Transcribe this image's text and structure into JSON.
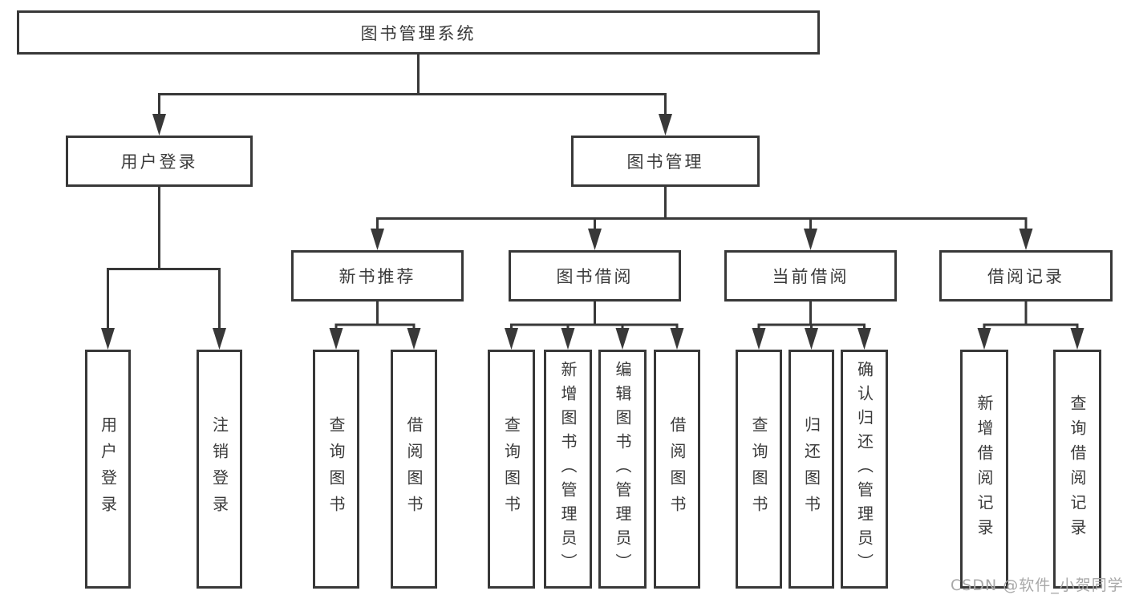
{
  "tree": {
    "root": {
      "label": "图书管理系统"
    },
    "children": [
      {
        "label": "用户登录",
        "children": [
          {
            "label": "用户登录"
          },
          {
            "label": "注销登录"
          }
        ]
      },
      {
        "label": "图书管理",
        "children": [
          {
            "label": "新书推荐",
            "children": [
              {
                "label": "查询图书"
              },
              {
                "label": "借阅图书"
              }
            ]
          },
          {
            "label": "图书借阅",
            "children": [
              {
                "label": "查询图书"
              },
              {
                "label": "新增图书（管理员）"
              },
              {
                "label": "编辑图书（管理员）"
              },
              {
                "label": "借阅图书"
              }
            ]
          },
          {
            "label": "当前借阅",
            "children": [
              {
                "label": "查询图书"
              },
              {
                "label": "归还图书"
              },
              {
                "label": "确认归还（管理员）"
              }
            ]
          },
          {
            "label": "借阅记录",
            "children": [
              {
                "label": "新增借阅记录"
              },
              {
                "label": "查询借阅记录"
              }
            ]
          }
        ]
      }
    ]
  },
  "watermark": {
    "text": "CSDN @软件_小贺同学"
  },
  "colors": {
    "line": "#383838",
    "text": "#3b3b3b",
    "box_background": "#ffffff",
    "watermark": "#a8a8a8",
    "background": "#ffffff"
  }
}
